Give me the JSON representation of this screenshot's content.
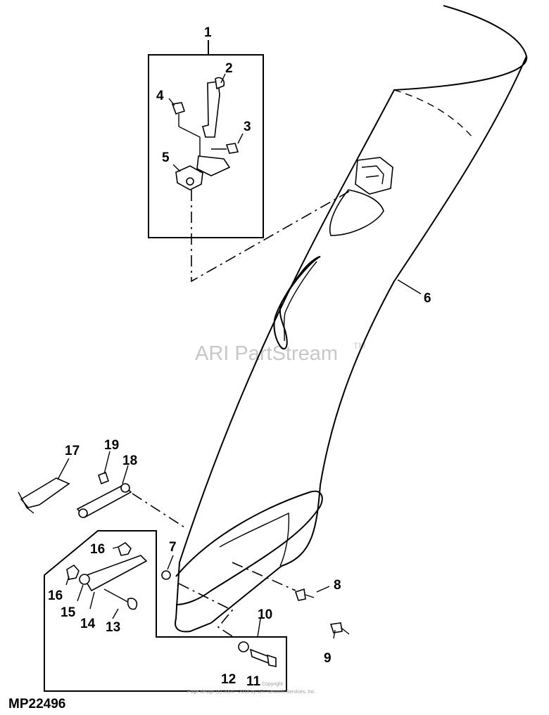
{
  "diagram": {
    "code": "MP22496",
    "watermark": "ARI PartStream",
    "watermark_mark": "TM",
    "copyright_line1": "Copyright",
    "copyright_line2": "Page design (c) 2004 - 2016 by ARI Network Services, Inc.",
    "callouts": [
      "1",
      "2",
      "3",
      "4",
      "5",
      "6",
      "7",
      "8",
      "9",
      "10",
      "11",
      "12",
      "13",
      "14",
      "15",
      "16",
      "16",
      "17",
      "18",
      "19"
    ]
  }
}
